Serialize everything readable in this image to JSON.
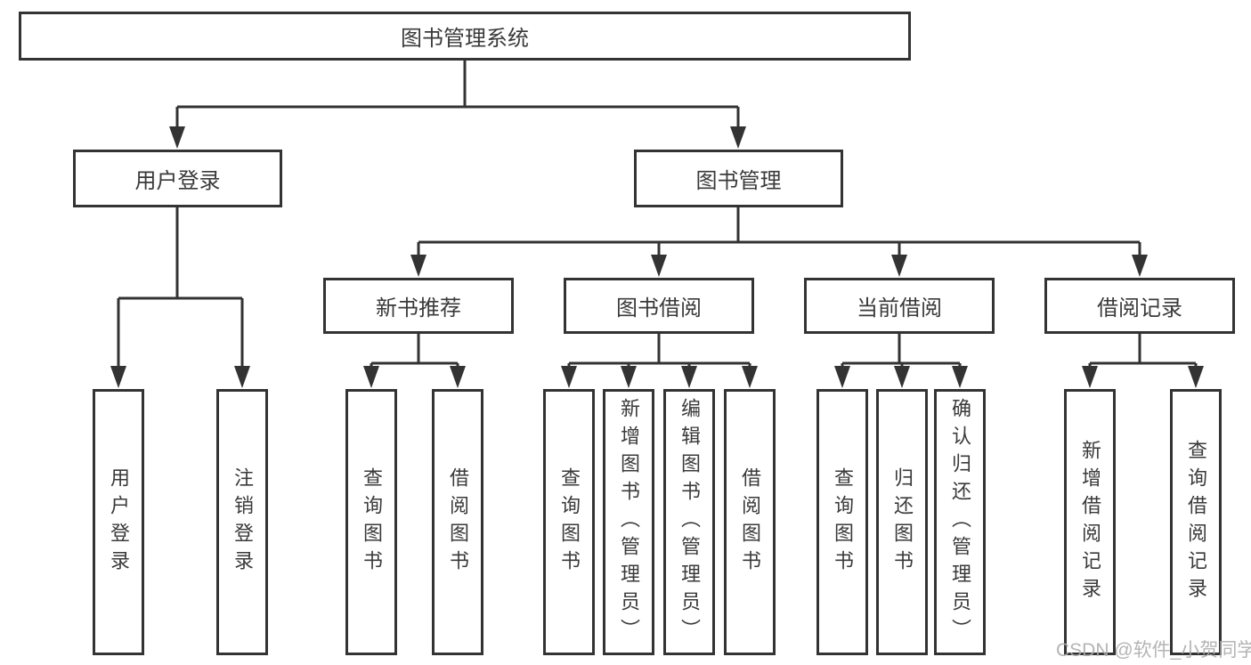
{
  "tree": {
    "label": "图书管理系统",
    "children": [
      {
        "label": "用户登录",
        "children": [
          {
            "label": "用户登录"
          },
          {
            "label": "注销登录"
          }
        ]
      },
      {
        "label": "图书管理",
        "children": [
          {
            "label": "新书推荐",
            "children": [
              {
                "label": "查询图书"
              },
              {
                "label": "借阅图书"
              }
            ]
          },
          {
            "label": "图书借阅",
            "children": [
              {
                "label": "查询图书"
              },
              {
                "label": "新增图书（管理员）"
              },
              {
                "label": "编辑图书（管理员）"
              },
              {
                "label": "借阅图书"
              }
            ]
          },
          {
            "label": "当前借阅",
            "children": [
              {
                "label": "查询图书"
              },
              {
                "label": "归还图书"
              },
              {
                "label": "确认归还（管理员）"
              }
            ]
          },
          {
            "label": "借阅记录",
            "children": [
              {
                "label": "新增借阅记录"
              },
              {
                "label": "查询借阅记录"
              }
            ]
          }
        ]
      }
    ]
  },
  "watermark": "CSDN @软件_小贺同学",
  "colors": {
    "line": "#333333",
    "text": "#3a3a3a",
    "background": "#ffffff",
    "watermark": "#acacac"
  }
}
